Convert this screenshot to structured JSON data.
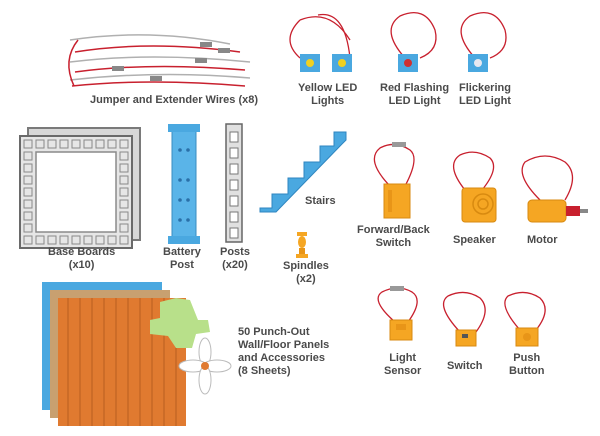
{
  "items": {
    "wires": {
      "label": "Jumper and Extender Wires (x8)"
    },
    "yellow_led": {
      "line1": "Yellow LED",
      "line2": "Lights"
    },
    "red_flashing": {
      "line1": "Red Flashing",
      "line2": "LED Light"
    },
    "flickering": {
      "line1": "Flickering",
      "line2": "LED Light"
    },
    "base_boards": {
      "line1": "Base Boards",
      "line2": "(x10)"
    },
    "battery_post": {
      "line1": "Battery",
      "line2": "Post"
    },
    "posts": {
      "line1": "Posts",
      "line2": "(x20)"
    },
    "stairs": {
      "label": "Stairs"
    },
    "spindles": {
      "line1": "Spindles",
      "line2": "(x2)"
    },
    "switch_fb": {
      "line1": "Forward/Back",
      "line2": "Switch"
    },
    "speaker": {
      "label": "Speaker"
    },
    "motor": {
      "label": "Motor"
    },
    "panels": {
      "line1": "50 Punch-Out",
      "line2": "Wall/Floor Panels",
      "line3": "and Accessories",
      "line4": "(8 Sheets)"
    },
    "light_sensor": {
      "line1": "Light",
      "line2": "Sensor"
    },
    "switch": {
      "label": "Switch"
    },
    "push_button": {
      "line1": "Push",
      "line2": "Button"
    }
  },
  "colors": {
    "blue": "#4aa8e0",
    "orange": "#f5a623",
    "red_wire": "#c8202e",
    "gray": "#9a9a9a",
    "green": "#b8e08a",
    "wood": "#e07a30"
  }
}
